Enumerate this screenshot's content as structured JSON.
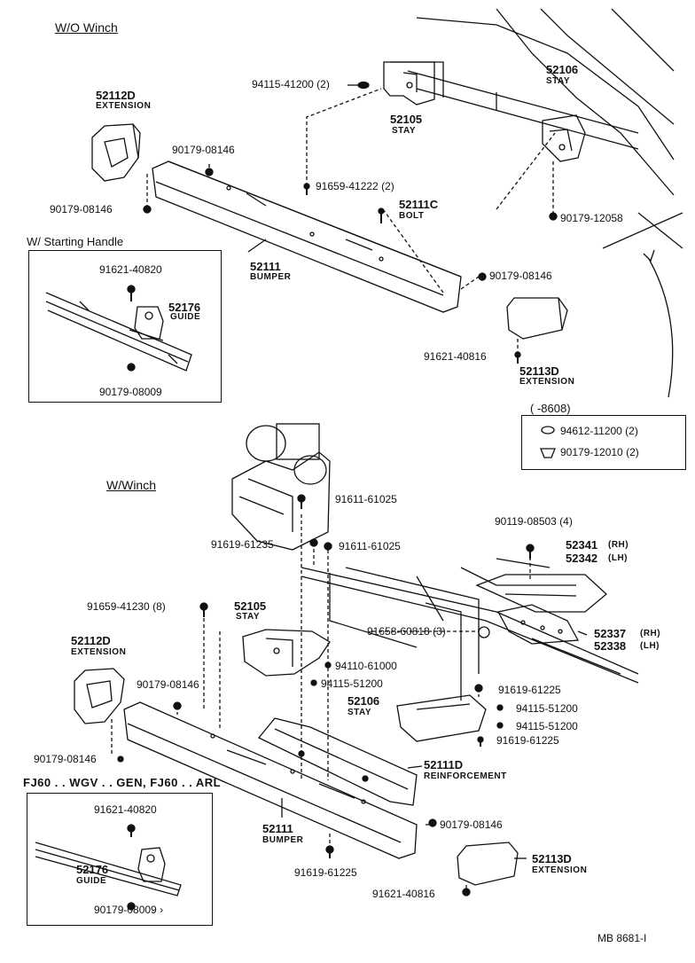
{
  "sections": {
    "wo_winch": "W/O  Winch",
    "w_winch": "W/Winch",
    "starting_handle": "W/ Starting Handle",
    "fj60": "FJ60 . . WGV . . GEN, FJ60 . . ARL"
  },
  "top": {
    "p_94115_41200": "94115-41200 (2)",
    "p_52105": "52105",
    "p_52105_name": "STAY",
    "p_52106": "52106",
    "p_52106_name": "STAY",
    "p_52112D": "52112D",
    "p_52112D_name": "EXTENSION",
    "p_90179_08146_a": "90179-08146",
    "p_91659_41222": "91659-41222 (2)",
    "p_52111C": "52111C",
    "p_52111C_name": "BOLT",
    "p_90179_08146_b": "90179-08146",
    "p_90179_12058": "90179-12058",
    "p_52111": "52111",
    "p_52111_name": "BUMPER",
    "p_90179_08146_c": "90179-08146",
    "p_91621_40816": "91621-40816",
    "p_52113D": "52113D",
    "p_52113D_name": "EXTENSION"
  },
  "starting_handle_box": {
    "p_91621_40820": "91621-40820",
    "p_52176": "52176",
    "p_52176_name": "GUIDE",
    "p_90179_08009": "90179-08009"
  },
  "small_box": {
    "title": "(      -8608)",
    "p_94612": "94612-11200 (2)",
    "p_90179_12010": "90179-12010 (2)"
  },
  "winch": {
    "p_91611_61025_a": "91611-61025",
    "p_90119_08503": "90119-08503 (4)",
    "p_91619_61235": "91619-61235",
    "p_91611_61025_b": "91611-61025",
    "p_52341": "52341",
    "p_52341_side": "(RH)",
    "p_52342": "52342",
    "p_52342_side": "(LH)",
    "p_91659_41230": "91659-41230 (8)",
    "p_52105": "52105",
    "p_52105_name": "STAY",
    "p_91658_60818": "91658-60818 (3)",
    "p_52337": "52337",
    "p_52337_side": "(RH)",
    "p_52338": "52338",
    "p_52338_side": "(LH)",
    "p_52112D": "52112D",
    "p_52112D_name": "EXTENSION",
    "p_94110_61000": "94110-61000",
    "p_90179_08146_a": "90179-08146",
    "p_94115_51200_a": "94115-51200",
    "p_91619_61225_a": "91619-61225",
    "p_52106": "52106",
    "p_52106_name": "STAY",
    "p_94115_51200_b": "94115-51200",
    "p_94115_51200_c": "94115-51200",
    "p_91619_61225_b": "91619-61225",
    "p_90179_08146_b": "90179-08146",
    "p_52111D": "52111D",
    "p_52111D_name": "REINFORCEMENT",
    "p_52111": "52111",
    "p_52111_name": "BUMPER",
    "p_90179_08146_c": "90179-08146",
    "p_91619_61225_c": "91619-61225",
    "p_52113D": "52113D",
    "p_52113D_name": "EXTENSION",
    "p_91621_40816": "91621-40816"
  },
  "fj60_box": {
    "p_91621_40820": "91621-40820",
    "p_52176": "52176",
    "p_52176_name": "GUIDE",
    "p_90179_08009": "90179-08009 ›"
  },
  "footer": {
    "code": "MB  8681-I"
  }
}
